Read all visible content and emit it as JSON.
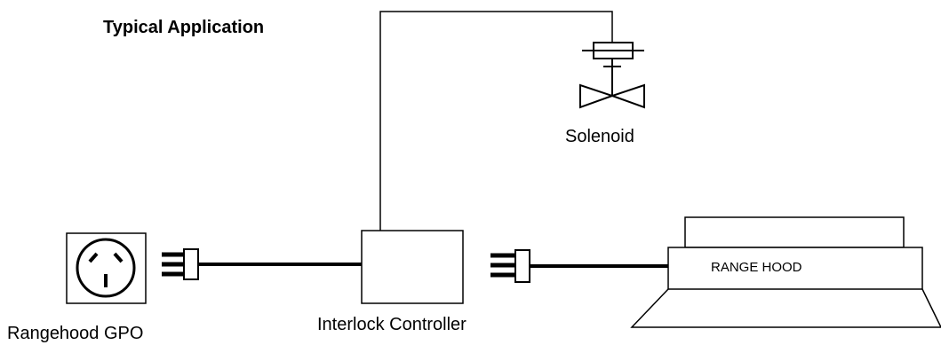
{
  "heading": "Typical Application",
  "labels": {
    "solenoid": "Solenoid",
    "controller": "Interlock Controller",
    "gpo": "Rangehood GPO",
    "hood": "RANGE HOOD"
  },
  "colors": {
    "stroke": "#000000",
    "background": "#ffffff"
  }
}
